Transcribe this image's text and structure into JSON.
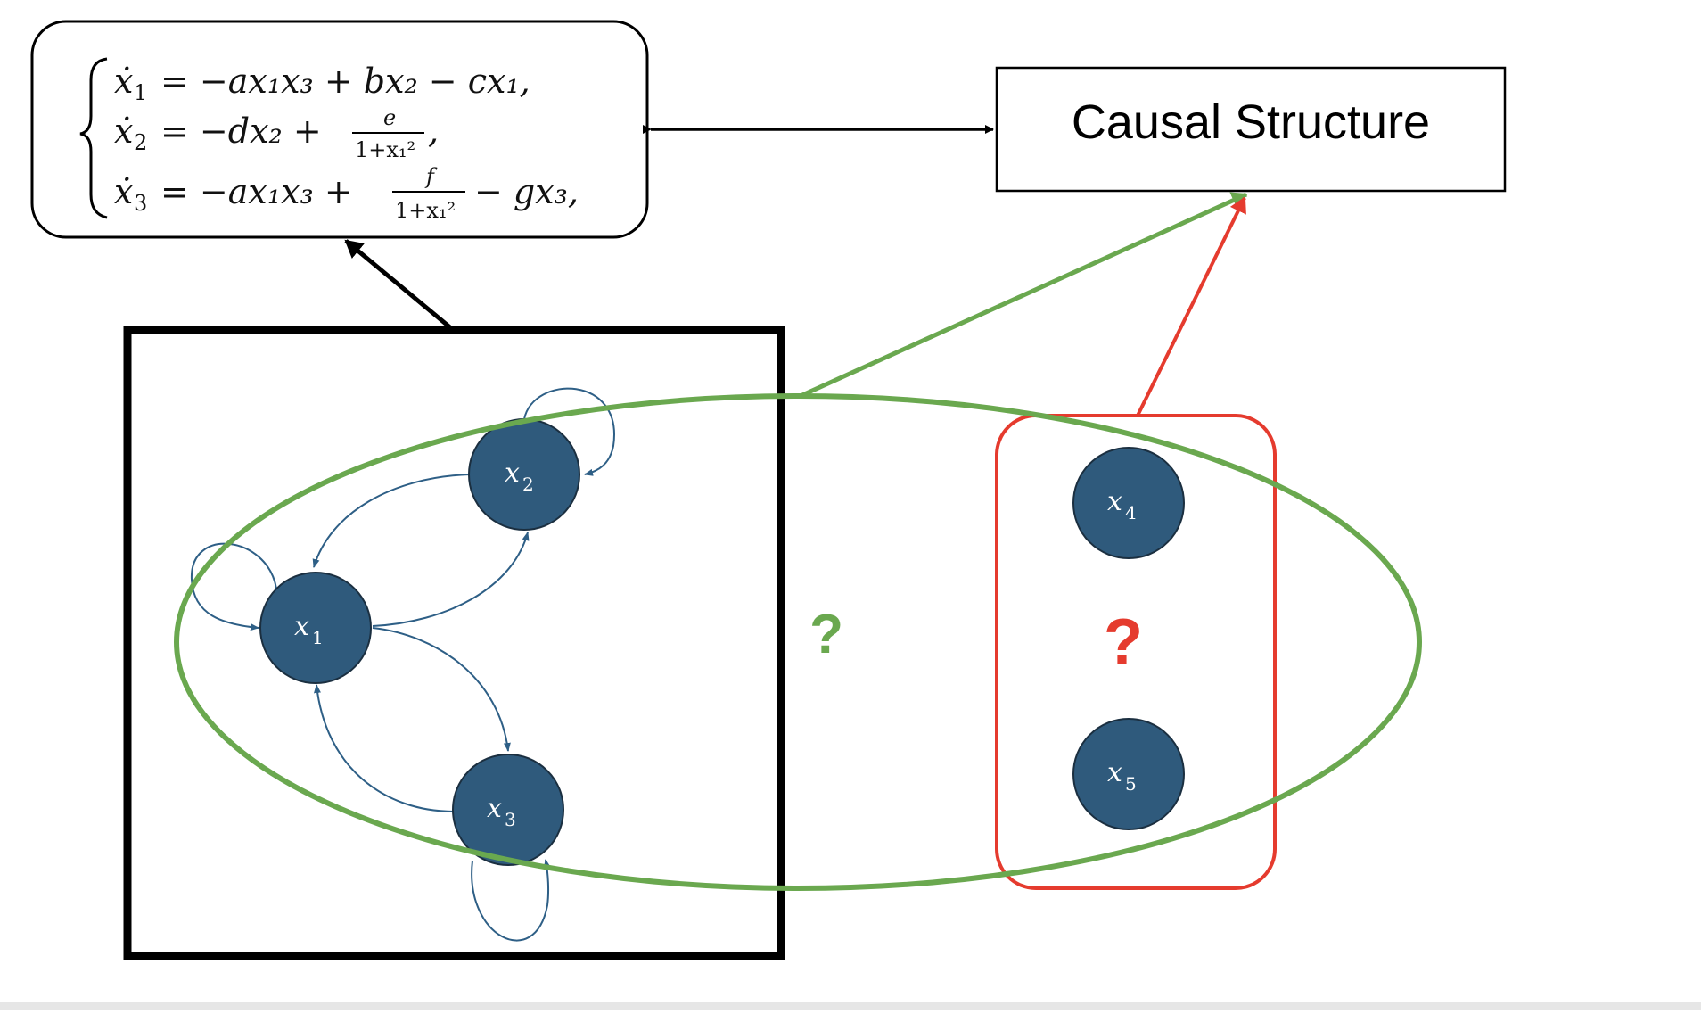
{
  "causal_structure": {
    "label": "Causal Structure"
  },
  "equations": {
    "eq1": {
      "lhs": "ẋ",
      "sub": "1",
      "rhs": "= −ax₁x₃ + bx₂ − cx₁,"
    },
    "eq2": {
      "lhs": "ẋ",
      "sub": "2",
      "rhs_a": "= −dx₂ + ",
      "num": "e",
      "den": "1+x₁²",
      "rhs_b": ","
    },
    "eq3": {
      "lhs": "ẋ",
      "sub": "3",
      "rhs_a": "= −ax₁x₃ + ",
      "num": "f",
      "den": "1+x₁²",
      "rhs_b": "− gx₃,"
    }
  },
  "nodes": {
    "x1": {
      "base": "x",
      "sub": "1"
    },
    "x2": {
      "base": "x",
      "sub": "2"
    },
    "x3": {
      "base": "x",
      "sub": "3"
    },
    "x4": {
      "base": "x",
      "sub": "4"
    },
    "x5": {
      "base": "x",
      "sub": "5"
    }
  },
  "unknowns": {
    "green": "?",
    "red": "?"
  },
  "colors": {
    "node_fill": "#2f5a7c",
    "edge": "#2e5f86",
    "green": "#6aa84f",
    "red": "#e53b2e",
    "black": "#000000"
  }
}
